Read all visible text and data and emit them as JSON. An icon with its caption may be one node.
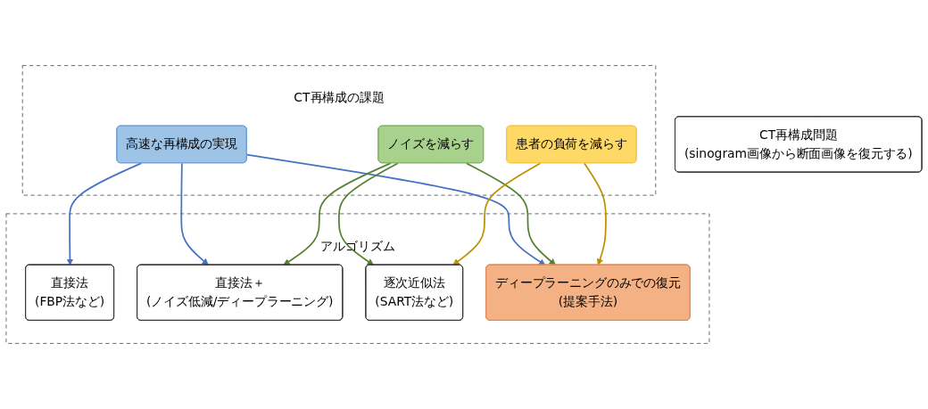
{
  "diagram": {
    "nodes": [
      {
        "text": [
          "CT再構成問題",
          "(sinogram画像から断面画像を復元する)"
        ]
      },
      {
        "text": [
          "CT再構成の課題"
        ]
      },
      {
        "text": [
          "高速な再構成の実現"
        ],
        "in": 1
      },
      {
        "text": [
          "ノイズを減らす"
        ],
        "in": 1
      },
      {
        "text": [
          "患者の負荷を減らす"
        ],
        "in": 1
      },
      {
        "text": [
          "アルゴリズム"
        ]
      },
      {
        "text": [
          "直接法",
          "(FBP法など)"
        ],
        "in": 5
      },
      {
        "text": [
          "直接法＋",
          "(ノイズ低減/ディープラーニング)"
        ],
        "in": 5
      },
      {
        "text": [
          "逐次近似法",
          "(SART法など)"
        ],
        "in": 5
      },
      {
        "text": [
          "ディープラーニングのみでの復元",
          "(提案手法)"
        ],
        "in": 5
      }
    ],
    "edges": [
      {
        "from": 2,
        "to": 6,
        "arrow": "to",
        "color": "#4472c4"
      },
      {
        "from": 2,
        "to": 7,
        "arrow": "to",
        "color": "#4472c4"
      },
      {
        "from": 2,
        "to": 9,
        "arrow": "to",
        "color": "#4472c4"
      },
      {
        "from": 3,
        "to": 7,
        "arrow": "to",
        "color": "#548235"
      },
      {
        "from": 3,
        "to": 8,
        "arrow": "to",
        "color": "#548235"
      },
      {
        "from": 3,
        "to": 9,
        "arrow": "to",
        "color": "#548235"
      },
      {
        "from": 4,
        "to": 8,
        "arrow": "to",
        "color": "#bf9000"
      },
      {
        "from": 4,
        "to": 9,
        "arrow": "to",
        "color": "#bf9000"
      }
    ]
  }
}
